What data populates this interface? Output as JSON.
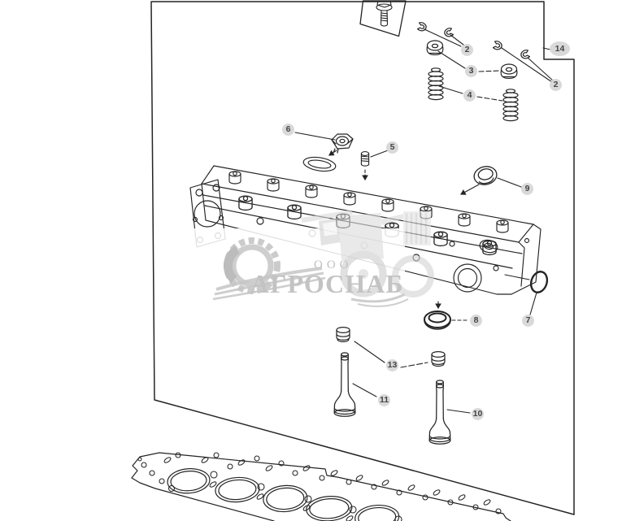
{
  "diagram": {
    "callouts": [
      {
        "label": "2"
      },
      {
        "label": "14"
      },
      {
        "label": "3"
      },
      {
        "label": "2"
      },
      {
        "label": "4"
      },
      {
        "label": "6"
      },
      {
        "label": "5"
      },
      {
        "label": "9"
      },
      {
        "label": "7"
      },
      {
        "label": "8"
      },
      {
        "label": "13"
      },
      {
        "label": "11"
      },
      {
        "label": "10"
      }
    ]
  },
  "watermark": {
    "org_form": "ООО",
    "company": "АГРОСНАБ",
    "color": "#c2c2c2"
  },
  "colors": {
    "line": "#242424",
    "background": "#ffffff",
    "callout_fill": "#d7d7d7",
    "callout_text": "#3a3a3a"
  }
}
